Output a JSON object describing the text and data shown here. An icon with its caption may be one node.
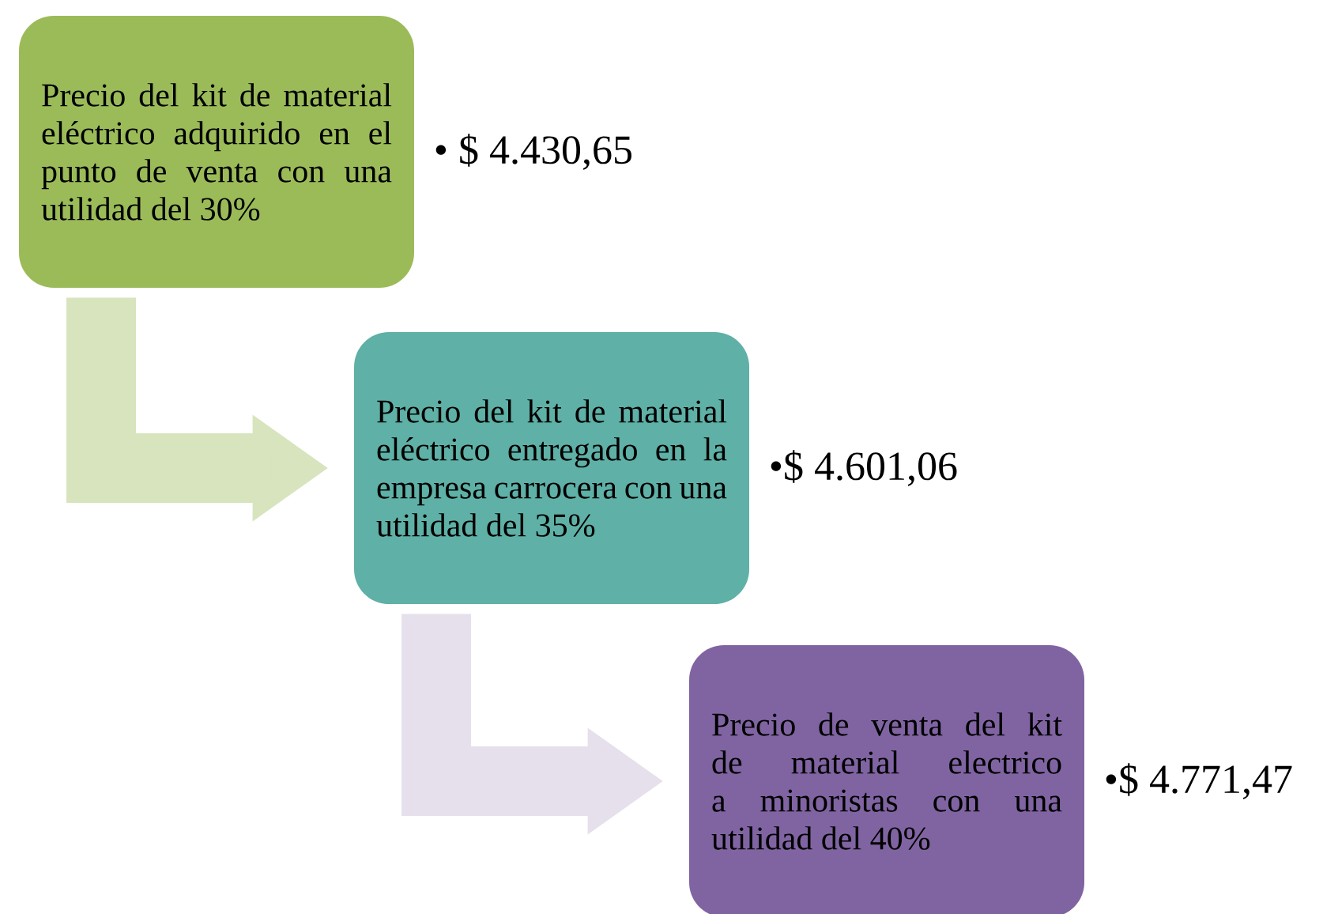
{
  "diagram": {
    "nodes": [
      {
        "text": [
          "Precio del kit de material eléctrico adquirido en el punto de venta con una utilidad del 30%"
        ],
        "beside": [
          "• $ 4.430,65"
        ]
      },
      {
        "text": [
          "Precio del kit de material eléctrico entregado en la empresa carrocera con una utilidad del 35%"
        ],
        "beside": [
          "•$ 4.601,06"
        ]
      },
      {
        "text": [
          "Precio de venta del kit de material electrico a minoristas con una utilidad del 40%"
        ],
        "beside": [
          "•$ 4.771,47"
        ]
      }
    ],
    "edges": [
      {
        "from": 0,
        "to": 1,
        "arrow": "to",
        "color": "#d7e4bd"
      },
      {
        "from": 1,
        "to": 2,
        "arrow": "to",
        "color": "#e6e0ec"
      }
    ]
  }
}
